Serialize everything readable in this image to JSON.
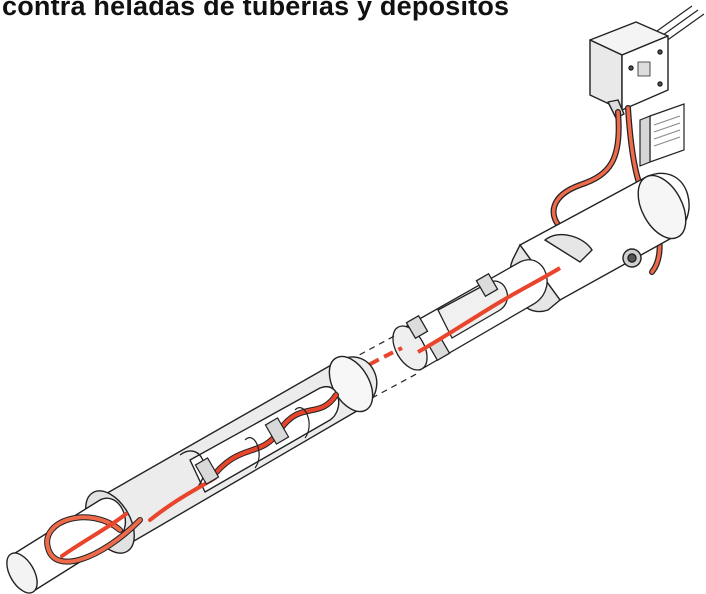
{
  "header": {
    "title": "contra heladas de tuberías y depósitos"
  },
  "illustration": {
    "parts": [
      "pipe",
      "insulation",
      "heating-cable",
      "cable-clamp",
      "thermostat",
      "junction-box",
      "warning-label",
      "power-cable"
    ],
    "colors": {
      "heating_cable": "#e8452c",
      "heating_cable_light": "#f3a48a",
      "insulation": "#e6e6e6",
      "pipe": "#ffffff",
      "outline": "#222222"
    }
  }
}
